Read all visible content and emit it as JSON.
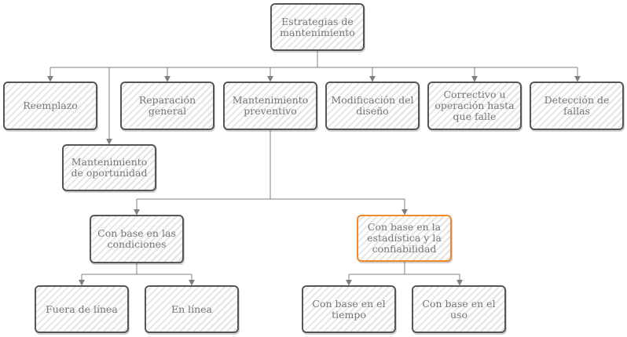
{
  "diagram": {
    "root": "Estrategias de mantenimiento",
    "level1": {
      "reemplazo": "Reemplazo",
      "reparacion": "Reparación general",
      "preventivo": "Mantenimiento preventivo",
      "modificacion": "Modificación del diseño",
      "correctivo": "Correctivo u operación hasta que falle",
      "deteccion": "Detección de fallas",
      "oportunidad": "Mantenimiento de oportunidad"
    },
    "level2": {
      "condiciones": "Con base en las condiciones",
      "estadistica": "Con base en la estadística y la confiabilidad"
    },
    "level3": {
      "fuera_linea": "Fuera de línea",
      "en_linea": "En línea",
      "tiempo": "Con base en el tiempo",
      "uso": "Con base en el uso"
    },
    "colors": {
      "connector": "#808080",
      "border": "#555555",
      "highlight": "#f0882a",
      "text": "#777777"
    }
  }
}
